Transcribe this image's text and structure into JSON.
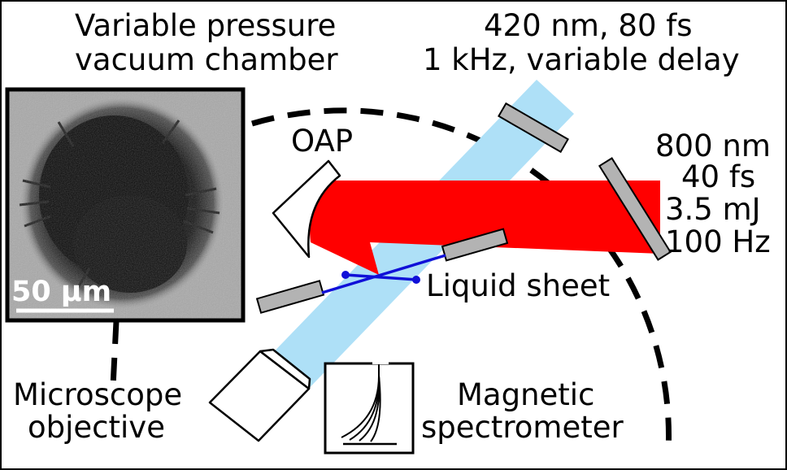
{
  "labels": {
    "chamber_line1": "Variable pressure",
    "chamber_line2": "vacuum chamber",
    "probe_line1": "420 nm, 80 fs",
    "probe_line2": "1 kHz, variable delay",
    "pump_line1": "800 nm",
    "pump_line2": "40 fs",
    "pump_line3": "3.5 mJ",
    "pump_line4": "100 Hz",
    "oap": "OAP",
    "liquid_sheet": "Liquid sheet",
    "objective_line1": "Microscope",
    "objective_line2": "objective",
    "spectrometer_line1": "Magnetic",
    "spectrometer_line2": "spectrometer",
    "scale_bar": "50 μm"
  },
  "colors": {
    "probe_beam": "#aee0f7",
    "pump_beam": "#ff0000",
    "liquid_jet": "#1010d8",
    "optic_gray": "#b3b3b3",
    "outline": "#000000",
    "background": "#ffffff"
  },
  "icons": {
    "image_inset": "shadowgraph-microscope-image",
    "objective": "microscope-objective-icon",
    "spectrometer": "magnetic-spectrometer-icon",
    "mirror": "off-axis-parabolic-mirror-icon"
  }
}
